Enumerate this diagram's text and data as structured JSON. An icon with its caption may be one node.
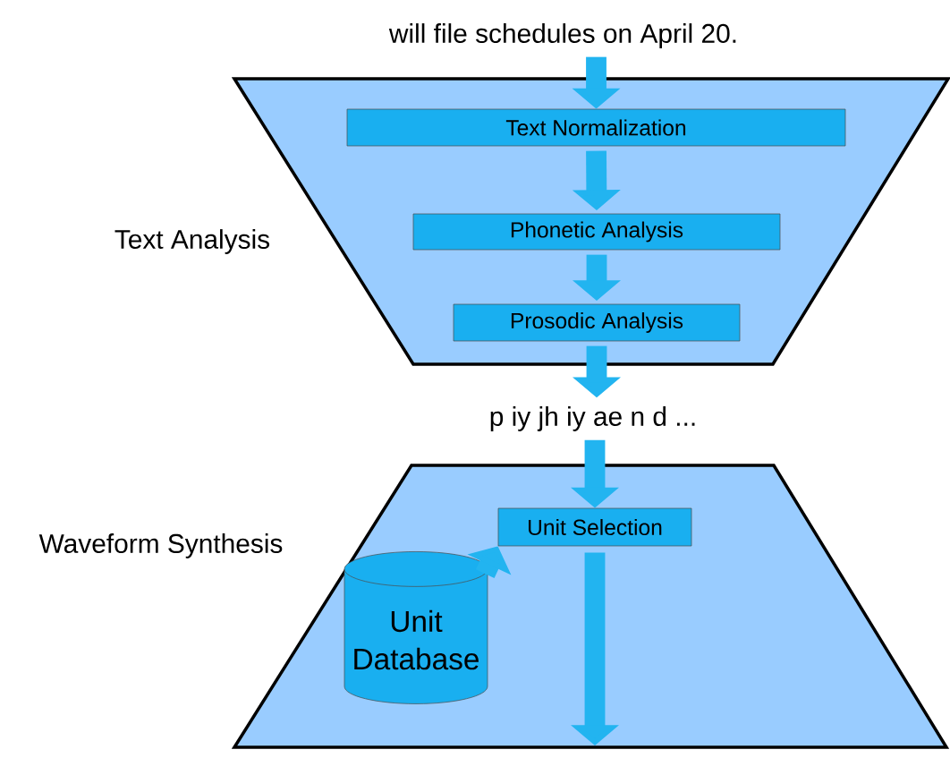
{
  "diagram": {
    "nodes": [
      {
        "text": [
          "will file schedules on April 20."
        ]
      },
      {
        "text": [
          "Text Analysis"
        ]
      },
      {
        "text": [
          "Text Normalization"
        ],
        "in": 1
      },
      {
        "text": [
          "Phonetic Analysis"
        ],
        "in": 1
      },
      {
        "text": [
          "Prosodic Analysis"
        ],
        "in": 1
      },
      {
        "text": [
          "p iy jh iy ae n d ..."
        ]
      },
      {
        "text": [
          "Waveform Synthesis"
        ]
      },
      {
        "text": [
          "Unit Selection"
        ],
        "in": 6
      },
      {
        "text": [
          "Unit Database"
        ],
        "in": 6
      }
    ],
    "edges": [
      {
        "from": 0,
        "to": 2,
        "arrow": "to"
      },
      {
        "from": 2,
        "to": 3,
        "arrow": "to"
      },
      {
        "from": 3,
        "to": 4,
        "arrow": "to"
      },
      {
        "from": 4,
        "to": 5,
        "arrow": "to"
      },
      {
        "from": 5,
        "to": 7,
        "arrow": "to"
      },
      {
        "from": 8,
        "to": 7,
        "arrow": "to"
      },
      {
        "from": 7,
        "to": null,
        "arrow": "to"
      }
    ]
  }
}
